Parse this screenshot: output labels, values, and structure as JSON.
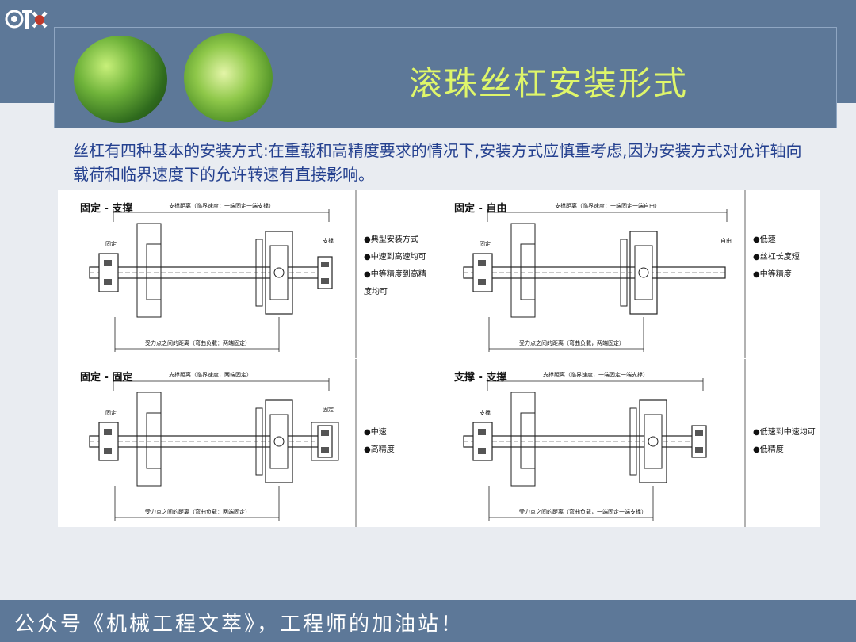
{
  "title": "滚珠丝杠安装形式",
  "intro_text": "丝杠有四种基本的安装方式:在重载和高精度要求的情况下,安装方式应慎重考虑,因为安装方式对允许轴向载荷和临界速度下的允许转速有直接影响。",
  "footer_text": "公众号《机械工程文萃》，工程师的加油站！",
  "colors": {
    "header_bg": "#5d7898",
    "title": "#dff66a",
    "intro_text": "#24408f"
  },
  "panels": [
    {
      "title": "固定 - 支撑",
      "top_dim": "支撑距离（临界速度：一端固定一端支撑）",
      "bottom_dim": "受力点之间的距离（弯曲负载：两端固定）",
      "left_label": "固定",
      "right_label": "支撑",
      "notes": [
        "●典型安装方式",
        "●中速到高速均可",
        "●中等精度到高精",
        "度均可"
      ]
    },
    {
      "title": "固定 - 自由",
      "top_dim": "支撑距离（临界速度：一端固定一端自由）",
      "bottom_dim": "受力点之间的距离（弯曲负载，两端固定）",
      "left_label": "固定",
      "right_label": "自由",
      "notes": [
        "●低速",
        "●丝杠长度短",
        "●中等精度"
      ]
    },
    {
      "title": "固定 - 固定",
      "top_dim": "支撑距离（临界速度，两端固定）",
      "bottom_dim": "受力点之间的距离（弯曲负载：两端固定）",
      "left_label": "固定",
      "right_label": "固定",
      "notes": [
        "●中速",
        "●高精度"
      ]
    },
    {
      "title": "支撑 - 支撑",
      "top_dim": "支撑距离（临界速度，一端固定一端支撑）",
      "bottom_dim": "受力点之间的距离（弯曲负载，一端固定一端支撑）",
      "left_label": "支撑",
      "right_label": "",
      "notes": [
        "●低速到中速均可",
        "●低精度"
      ]
    }
  ]
}
